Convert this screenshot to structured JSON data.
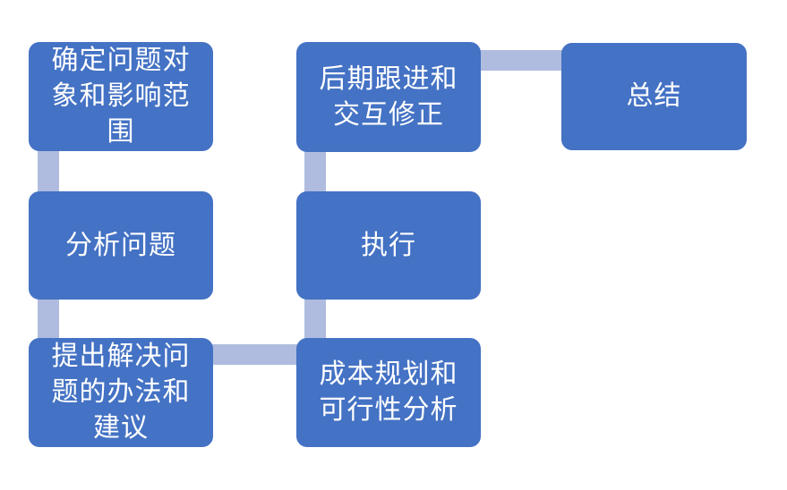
{
  "colors": {
    "box_fill": "#4472C4",
    "connector": "#AFBCDF",
    "text": "#FFFFFF",
    "background": "#FFFFFF"
  },
  "flowchart": {
    "steps": [
      {
        "id": "define-problem-scope",
        "label": "确定问题对\n象和影响范\n围"
      },
      {
        "id": "analyze-problem",
        "label": "分析问题"
      },
      {
        "id": "propose-solutions",
        "label": "提出解决问\n题的办法和\n建议"
      },
      {
        "id": "cost-feasibility",
        "label": "成本规划和\n可行性分析"
      },
      {
        "id": "execute",
        "label": "执行"
      },
      {
        "id": "follow-up-correct",
        "label": "后期跟进和\n交互修正"
      },
      {
        "id": "summary",
        "label": "总结"
      }
    ],
    "connectors": [
      {
        "from": "define-problem-scope",
        "to": "analyze-problem",
        "orientation": "vertical"
      },
      {
        "from": "analyze-problem",
        "to": "propose-solutions",
        "orientation": "vertical"
      },
      {
        "from": "propose-solutions",
        "to": "cost-feasibility",
        "orientation": "horizontal"
      },
      {
        "from": "cost-feasibility",
        "to": "execute",
        "orientation": "vertical"
      },
      {
        "from": "execute",
        "to": "follow-up-correct",
        "orientation": "vertical"
      },
      {
        "from": "follow-up-correct",
        "to": "summary",
        "orientation": "horizontal"
      }
    ]
  }
}
